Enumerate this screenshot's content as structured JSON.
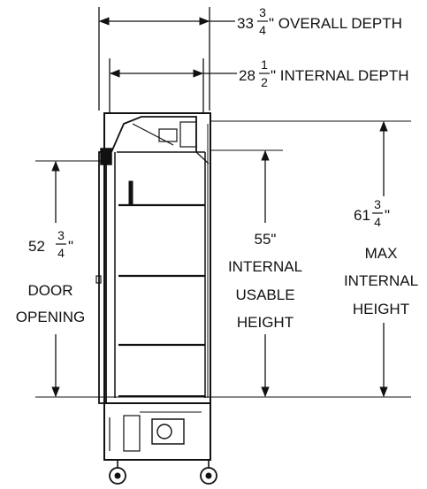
{
  "overall_depth": {
    "whole": "33",
    "num": "3",
    "den": "4",
    "suffix": "\" OVERALL DEPTH"
  },
  "internal_depth": {
    "whole": "28",
    "num": "1",
    "den": "2",
    "suffix": "\" INTERNAL DEPTH"
  },
  "max_height": {
    "whole": "61",
    "num": "3",
    "den": "4",
    "suffix": "\"",
    "line1": "MAX",
    "line2": "INTERNAL",
    "line3": "HEIGHT"
  },
  "usable_height": {
    "value": "55\"",
    "line1": "INTERNAL",
    "line2": "USABLE",
    "line3": "HEIGHT"
  },
  "door_opening": {
    "whole": "52",
    "num": "3",
    "den": "4",
    "suffix": "\"",
    "line1": "DOOR",
    "line2": "OPENING"
  },
  "colors": {
    "line": "#111111",
    "background": "#ffffff"
  }
}
